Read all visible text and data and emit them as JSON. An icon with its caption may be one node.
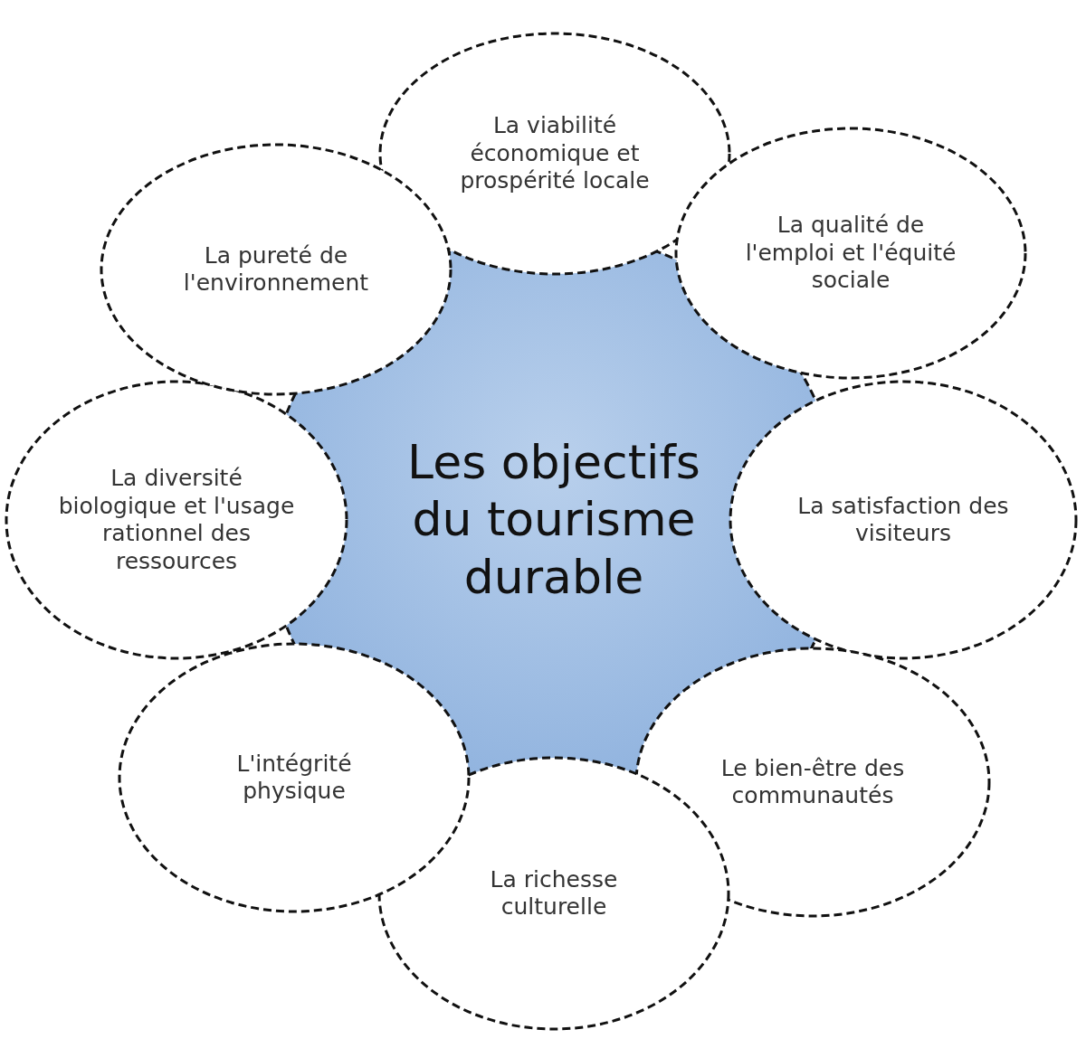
{
  "diagram": {
    "nodes": [
      {
        "text": [
          "Les objectifs du tourisme durable"
        ]
      },
      {
        "text": [
          "La viabilité économique et prospérité locale"
        ]
      },
      {
        "text": [
          "La qualité de l'emploi et l'équité sociale"
        ]
      },
      {
        "text": [
          "La satisfaction des visiteurs"
        ]
      },
      {
        "text": [
          "Le bien-être des communautés"
        ]
      },
      {
        "text": [
          "La richesse culturelle"
        ]
      },
      {
        "text": [
          "L'intégrité physique"
        ]
      },
      {
        "text": [
          "La diversité biologique et l'usage rationnel des ressources"
        ]
      },
      {
        "text": [
          "La pureté de l'environnement"
        ]
      }
    ],
    "edges": []
  }
}
